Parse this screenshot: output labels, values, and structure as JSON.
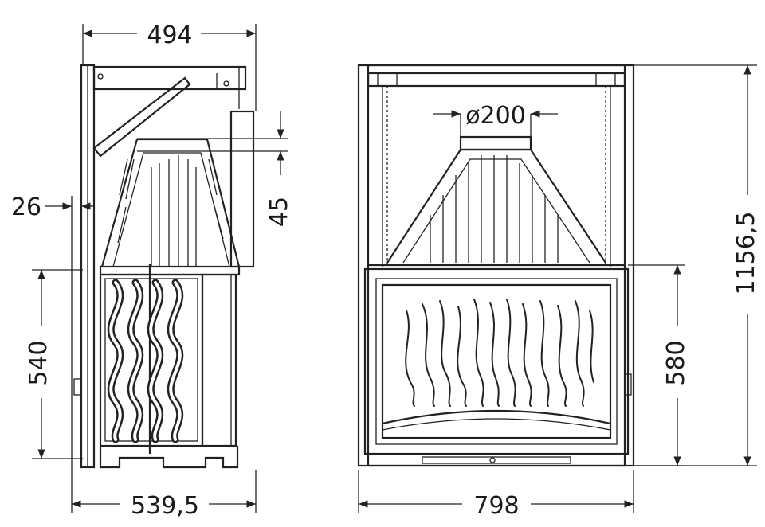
{
  "dimensions": {
    "side_top_depth": "494",
    "side_bottom_depth": "539,5",
    "side_offset": "26",
    "side_collar": "45",
    "side_door_height": "540",
    "front_flue_diameter": "ø200",
    "front_total_height": "1156,5",
    "front_door_height": "580",
    "front_width": "798"
  },
  "colors": {
    "line": "#222222",
    "background": "#ffffff"
  }
}
